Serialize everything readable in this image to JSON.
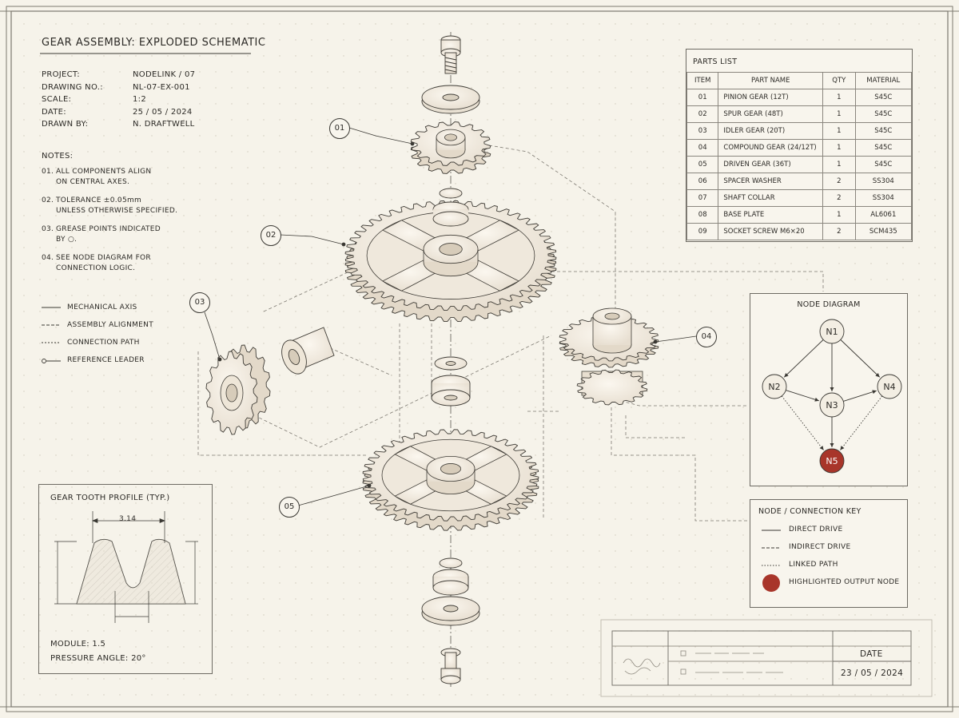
{
  "header": {
    "title": "GEAR ASSEMBLY: EXPLODED SCHEMATIC",
    "fields": [
      {
        "label": "PROJECT:",
        "value": "NODELINK / 07"
      },
      {
        "label": "DRAWING NO.:",
        "value": "NL-07-EX-001"
      },
      {
        "label": "SCALE:",
        "value": "1:2"
      },
      {
        "label": "DATE:",
        "value": "25 / 05 / 2024"
      },
      {
        "label": "DRAWN BY:",
        "value": "N. DRAFTWELL"
      }
    ]
  },
  "notes": {
    "heading": "NOTES:",
    "items": [
      {
        "num": "01.",
        "line1": "ALL COMPONENTS ALIGN",
        "line2": "ON CENTRAL AXES."
      },
      {
        "num": "02.",
        "line1": "TOLERANCE ±0.05mm",
        "line2": "UNLESS OTHERWISE SPECIFIED."
      },
      {
        "num": "03.",
        "line1": "GREASE POINTS INDICATED",
        "line2": "BY ○."
      },
      {
        "num": "04.",
        "line1": "SEE NODE DIAGRAM FOR",
        "line2": "CONNECTION LOGIC."
      }
    ]
  },
  "line_legend": [
    {
      "style": "solid",
      "label": "MECHANICAL AXIS"
    },
    {
      "style": "dashed",
      "label": "ASSEMBLY ALIGNMENT"
    },
    {
      "style": "dotted",
      "label": "CONNECTION PATH"
    },
    {
      "style": "leader",
      "label": "REFERENCE LEADER"
    }
  ],
  "parts_list": {
    "title": "PARTS LIST",
    "columns": [
      "ITEM",
      "PART NAME",
      "QTY",
      "MATERIAL"
    ],
    "rows": [
      [
        "01",
        "PINION GEAR (12T)",
        "1",
        "S45C"
      ],
      [
        "02",
        "SPUR GEAR (48T)",
        "1",
        "S45C"
      ],
      [
        "03",
        "IDLER GEAR (20T)",
        "1",
        "S45C"
      ],
      [
        "04",
        "COMPOUND GEAR (24/12T)",
        "1",
        "S45C"
      ],
      [
        "05",
        "DRIVEN GEAR (36T)",
        "1",
        "S45C"
      ],
      [
        "06",
        "SPACER WASHER",
        "2",
        "SS304"
      ],
      [
        "07",
        "SHAFT COLLAR",
        "2",
        "SS304"
      ],
      [
        "08",
        "BASE PLATE",
        "1",
        "AL6061"
      ],
      [
        "09",
        "SOCKET SCREW M6×20",
        "2",
        "SCM435"
      ]
    ]
  },
  "callouts": [
    "01",
    "02",
    "03",
    "04",
    "05"
  ],
  "node_diagram": {
    "title": "NODE DIAGRAM",
    "nodes": [
      {
        "id": "N1",
        "highlight": false
      },
      {
        "id": "N2",
        "highlight": false
      },
      {
        "id": "N3",
        "highlight": false
      },
      {
        "id": "N4",
        "highlight": false
      },
      {
        "id": "N5",
        "highlight": true
      }
    ],
    "edges": [
      {
        "from": "N1",
        "to": "N2",
        "style": "solid"
      },
      {
        "from": "N1",
        "to": "N3",
        "style": "solid"
      },
      {
        "from": "N1",
        "to": "N4",
        "style": "solid"
      },
      {
        "from": "N2",
        "to": "N3",
        "style": "solid"
      },
      {
        "from": "N3",
        "to": "N4",
        "style": "solid"
      },
      {
        "from": "N2",
        "to": "N5",
        "style": "dotted"
      },
      {
        "from": "N3",
        "to": "N5",
        "style": "solid"
      },
      {
        "from": "N4",
        "to": "N5",
        "style": "dotted"
      }
    ],
    "highlight_color": "#a8352a"
  },
  "connection_key": {
    "title": "NODE / CONNECTION KEY",
    "items": [
      {
        "style": "solid",
        "label": "DIRECT DRIVE"
      },
      {
        "style": "dashed",
        "label": "INDIRECT DRIVE"
      },
      {
        "style": "dotted",
        "label": "LINKED PATH"
      },
      {
        "style": "dot",
        "label": "HIGHLIGHTED OUTPUT NODE"
      }
    ]
  },
  "tooth_profile": {
    "title": "GEAR TOOTH PROFILE (TYP.)",
    "dimension": "3.14",
    "module_label": "MODULE: 1.5",
    "pressure_angle_label": "PRESSURE ANGLE: 20°"
  },
  "title_block": {
    "date_label": "DATE",
    "date_value": "23 / 05 / 2024"
  }
}
